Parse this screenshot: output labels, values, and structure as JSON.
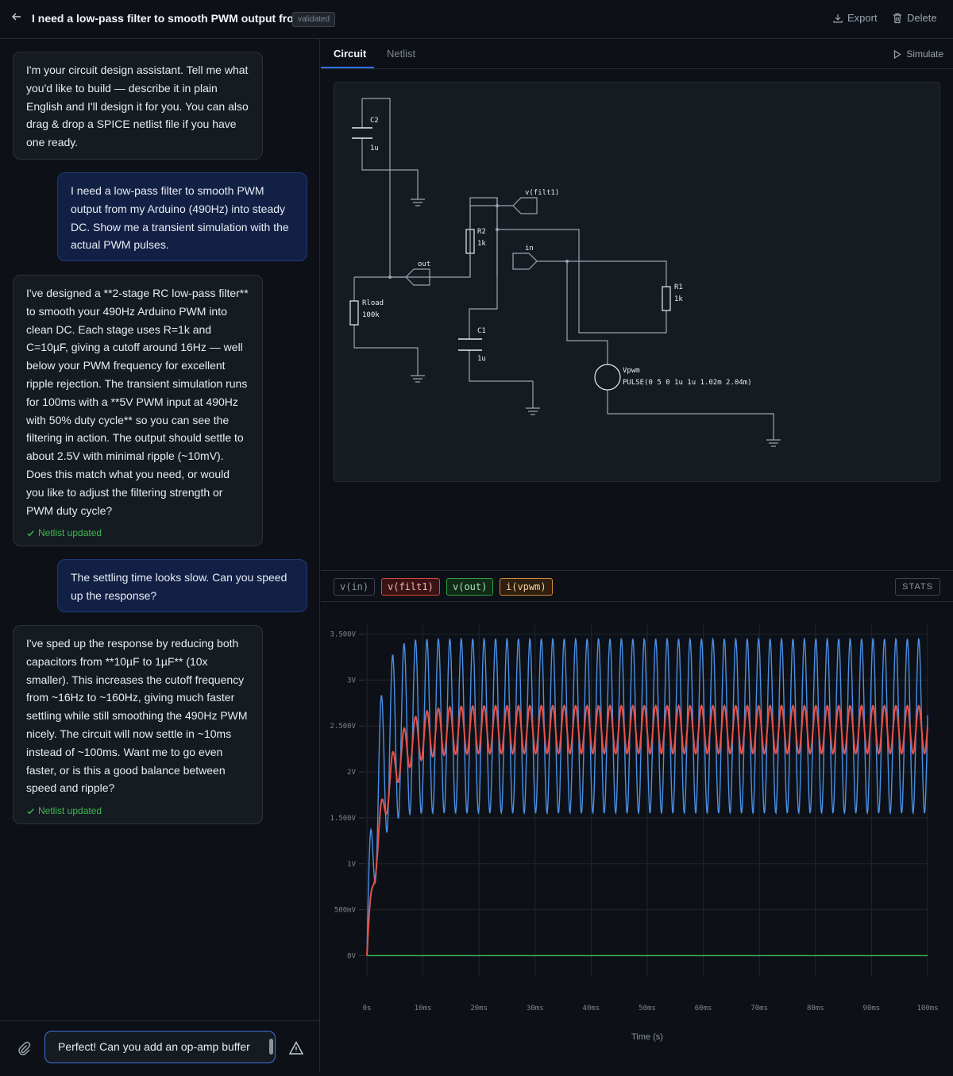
{
  "header": {
    "title": "I need a low-pass filter to smooth PWM output from",
    "badge": "validated",
    "export_label": "Export",
    "delete_label": "Delete"
  },
  "chat": {
    "messages": [
      {
        "role": "assistant",
        "text": "I'm your circuit design assistant. Tell me what you'd like to build — describe it in plain English and I'll design it for you. You can also drag & drop a SPICE netlist file if you have one ready."
      },
      {
        "role": "user",
        "text": "I need a low-pass filter to smooth PWM output from my Arduino (490Hz) into steady DC. Show me a transient simulation with the actual PWM pulses."
      },
      {
        "role": "assistant",
        "text": "I've designed a **2-stage RC low-pass filter** to smooth your 490Hz Arduino PWM into clean DC. Each stage uses R=1k and C=10µF, giving a cutoff around 16Hz — well below your PWM frequency for excellent ripple rejection. The transient simulation runs for 100ms with a **5V PWM input at 490Hz with 50% duty cycle** so you can see the filtering in action. The output should settle to about 2.5V with minimal ripple (~10mV). Does this match what you need, or would you like to adjust the filtering strength or PWM duty cycle?",
        "status": "Netlist updated"
      },
      {
        "role": "user",
        "text": "The settling time looks slow. Can you speed up the response?"
      },
      {
        "role": "assistant",
        "text": "I've sped up the response by reducing both capacitors from **10µF to 1µF** (10x smaller). This increases the cutoff frequency from ~16Hz to ~160Hz, giving much faster settling while still smoothing the 490Hz PWM nicely. The circuit will now settle in ~10ms instead of ~100ms. Want me to go even faster, or is this a good balance between speed and ripple?",
        "status": "Netlist updated"
      }
    ],
    "input_value": "Perfect! Can you add an op-amp buffer"
  },
  "tabs": [
    {
      "label": "Circuit",
      "active": true
    },
    {
      "label": "Netlist",
      "active": false
    }
  ],
  "simulate_label": "Simulate",
  "schematic": {
    "labels": {
      "c2": "C2",
      "c2_val": "1u",
      "out": "out",
      "rload": "Rload",
      "rload_val": "100k",
      "r2": "R2",
      "r2_val": "1k",
      "filt1": "v(filt1)",
      "in": "in",
      "c1": "C1",
      "c1_val": "1u",
      "r1": "R1",
      "r1_val": "1k",
      "vpwm": "Vpwm",
      "vpwm_val": "PULSE(0 5 0 1u 1u 1.02m 2.04m)"
    }
  },
  "traces": [
    {
      "label": "v(in)",
      "color": "#8b949e",
      "enabled": false
    },
    {
      "label": "v(filt1)",
      "color": "#e5534b",
      "enabled": true
    },
    {
      "label": "v(out)",
      "color": "#3fb950",
      "enabled": true
    },
    {
      "label": "i(vpwm)",
      "color": "#f0883e",
      "enabled": true
    }
  ],
  "stats_label": "STATS",
  "chart_data": {
    "type": "line",
    "xlabel": "Time (s)",
    "ylabel": "",
    "x_tick_labels": [
      "0s",
      "10ms",
      "20ms",
      "30ms",
      "40ms",
      "50ms",
      "60ms",
      "70ms",
      "80ms",
      "90ms",
      "100ms"
    ],
    "x_ticks": [
      0,
      10,
      20,
      30,
      40,
      50,
      60,
      70,
      80,
      90,
      100
    ],
    "xlim": [
      0,
      100
    ],
    "y_tick_labels": [
      "0V",
      "500mV",
      "1V",
      "1.500V",
      "2V",
      "2.500V",
      "3V",
      "3.500V"
    ],
    "y_ticks": [
      0,
      0.5,
      1,
      1.5,
      2,
      2.5,
      3,
      3.5
    ],
    "ylim": [
      -0.1,
      3.6
    ],
    "grid": true,
    "series": [
      {
        "name": "blue",
        "color": "#4a8fe6",
        "steady_min": 1.55,
        "steady_max": 3.45,
        "period_ms": 2.04,
        "tau_ms": 1.6
      },
      {
        "name": "v(filt1)",
        "color": "#e5534b",
        "steady_min": 2.2,
        "steady_max": 2.72,
        "period_ms": 2.04,
        "tau_ms": 2.8
      },
      {
        "name": "v(out)",
        "color": "#3fb950",
        "constant": 0
      }
    ]
  }
}
